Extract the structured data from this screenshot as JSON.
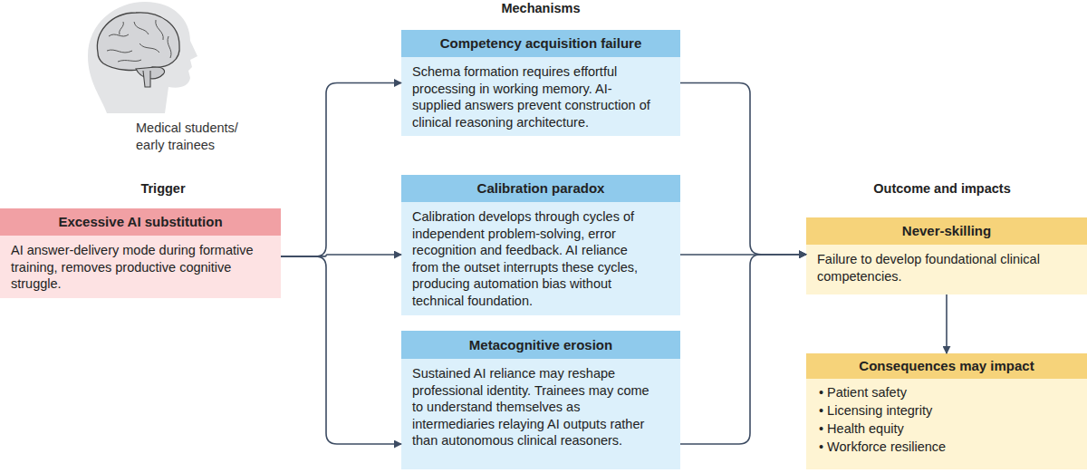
{
  "diagram": {
    "nodes": [
      {
        "text": [
          "Excessive AI substitution",
          "AI answer-delivery mode during formative training, removes productive cognitive struggle."
        ]
      },
      {
        "text": [
          "Competency acquisition failure",
          "Schema formation requires effortful processing in working memory. AI-supplied answers prevent construction of clinical reasoning architecture."
        ]
      },
      {
        "text": [
          "Calibration paradox",
          "Calibration develops through cycles of independent problem-solving, error recognition and feedback. AI reliance from the outset interrupts these cycles, producing automation bias without technical foundation."
        ]
      },
      {
        "text": [
          "Metacognitive erosion",
          "Sustained AI reliance may reshape professional identity. Trainees may come to understand themselves as intermediaries relaying AI outputs rather than autonomous clinical reasoners."
        ]
      },
      {
        "text": [
          "Never-skilling",
          "Failure to develop foundational clinical competencies."
        ]
      },
      {
        "text": [
          "Consequences may impact",
          "• Patient safety",
          "• Licensing integrity",
          "• Health equity",
          "• Workforce resilience"
        ]
      }
    ],
    "edges": [
      {
        "from": 0,
        "to": 1,
        "arrow": "to"
      },
      {
        "from": 0,
        "to": 2,
        "arrow": "to"
      },
      {
        "from": 0,
        "to": 3,
        "arrow": "to"
      },
      {
        "from": 1,
        "to": 4,
        "arrow": "to"
      },
      {
        "from": 2,
        "to": 4,
        "arrow": "to"
      },
      {
        "from": 3,
        "to": 4,
        "arrow": "to"
      },
      {
        "from": 4,
        "to": 5,
        "arrow": "to"
      }
    ],
    "labels": [
      "Mechanisms",
      "Medical students/ early trainees",
      "Trigger",
      "Outcome and impacts"
    ]
  }
}
